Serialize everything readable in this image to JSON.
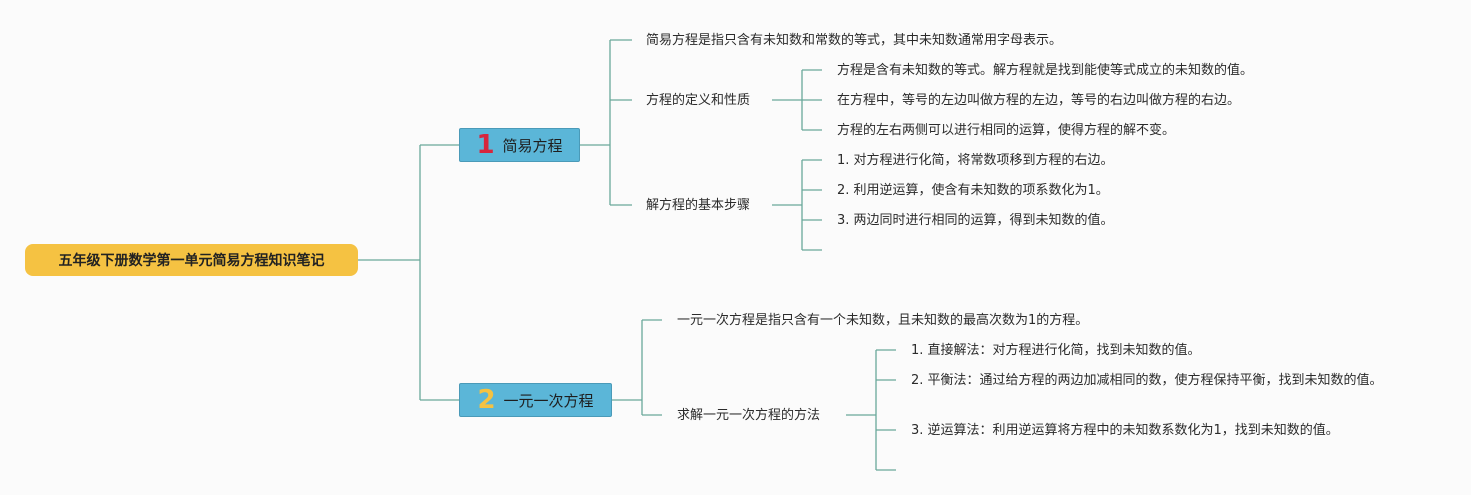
{
  "root": "五年级下册数学第一单元简易方程知识笔记",
  "branches": [
    {
      "num": "1",
      "num_color": "#d7263d",
      "label": "简易方程",
      "items": [
        {
          "text": "简易方程是指只含有未知数和常数的等式，其中未知数通常用字母表示。"
        },
        {
          "text": "方程的定义和性质",
          "children": [
            "方程是含有未知数的等式。解方程就是找到能使等式成立的未知数的值。",
            "在方程中，等号的左边叫做方程的左边，等号的右边叫做方程的右边。",
            "方程的左右两侧可以进行相同的运算，使得方程的解不变。"
          ]
        },
        {
          "text": "解方程的基本步骤",
          "children": [
            "1. 对方程进行化简，将常数项移到方程的右边。",
            "2. 利用逆运算，使含有未知数的项系数化为1。",
            "3. 两边同时进行相同的运算，得到未知数的值。"
          ]
        }
      ]
    },
    {
      "num": "2",
      "num_color": "#f5c242",
      "label": "一元一次方程",
      "items": [
        {
          "text": "一元一次方程是指只含有一个未知数，且未知数的最高次数为1的方程。"
        },
        {
          "text": "求解一元一次方程的方法",
          "children": [
            "1. 直接解法：对方程进行化简，找到未知数的值。",
            "2. 平衡法：通过给方程的两边加减相同的数，使方程保持平衡，找到未知数的值。",
            "3. 逆运算法：利用逆运算将方程中的未知数系数化为1，找到未知数的值。"
          ]
        }
      ]
    }
  ],
  "colors": {
    "line": "#6aa89a",
    "root": "#f5c242",
    "branch": "#5bb6d8"
  }
}
